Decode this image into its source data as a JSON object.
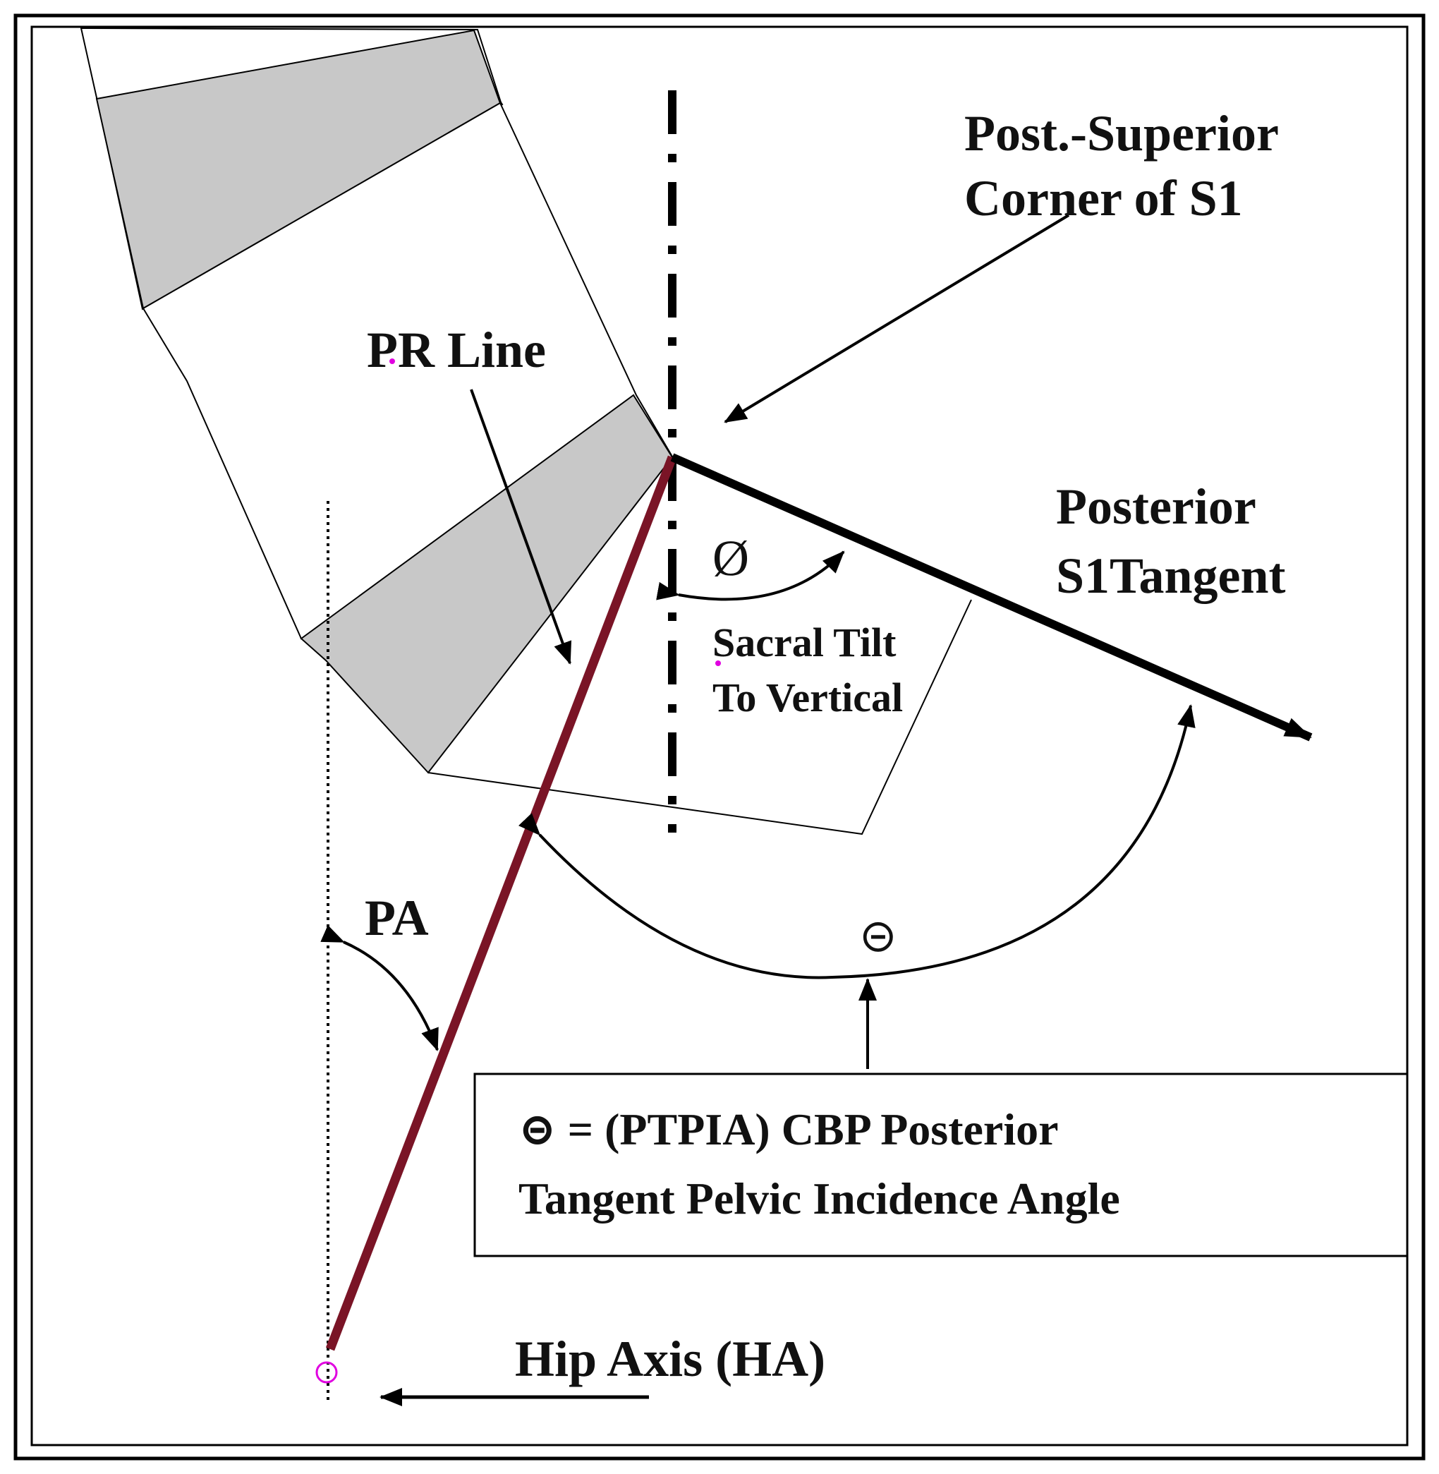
{
  "labels": {
    "post_superior_line1": "Post.-Superior",
    "post_superior_line2": "Corner of S1",
    "pr_line": "PR Line",
    "posterior_s1_line1": "Posterior",
    "posterior_s1_line2": "S1Tangent",
    "phi_symbol": "Ø",
    "sacral_tilt_line1": "Sacral Tilt",
    "sacral_tilt_line2": "To Vertical",
    "pa": "PA",
    "theta_symbol": "⊝",
    "hip_axis": "Hip Axis (HA)"
  },
  "legend": {
    "line1": "⊝ = (PTPIA) CBP Posterior",
    "line2": "Tangent Pelvic Incidence Angle"
  },
  "colors": {
    "pr_line": "#7a1426",
    "disc_fill": "#c8c8c8",
    "ink": "#000000",
    "hip_marker": "#e000e0"
  }
}
